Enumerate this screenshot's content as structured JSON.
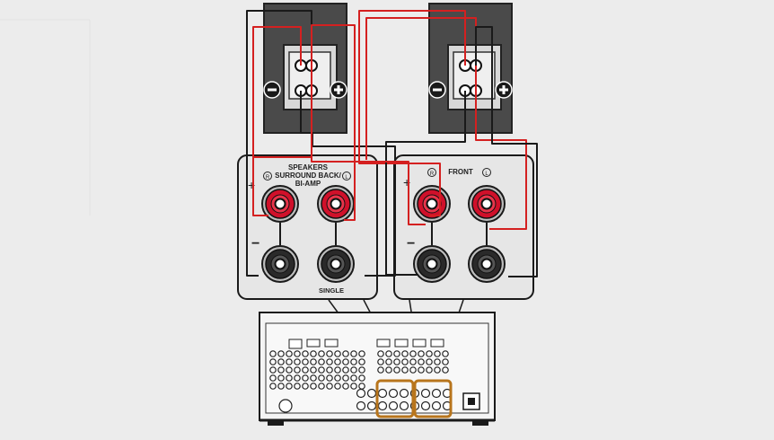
{
  "colors": {
    "background": "#ececec",
    "panel_fill": "#e6e6e6",
    "panel_stroke": "#1a1a1a",
    "speaker_body": "#4a4a4a",
    "positive_wire": "#d42020",
    "negative_wire": "#1a1a1a",
    "terminal_red": "#d0102a",
    "terminal_black": "#2a2a2a",
    "highlight_box": "#b8751c"
  },
  "left_panel": {
    "title_line1": "SPEAKERS",
    "title_line2": "SURROUND BACK/",
    "title_line3": "BI-AMP",
    "channel_right": "R",
    "channel_left": "L",
    "plus_sign": "+",
    "minus_sign": "−",
    "footer": "SINGLE"
  },
  "right_panel": {
    "title": "FRONT",
    "channel_right": "R",
    "channel_left": "L",
    "plus_sign": "+",
    "minus_sign": "−"
  },
  "speaker_left": {
    "minus_icon": "minus-icon",
    "plus_icon": "plus-icon"
  },
  "speaker_right": {
    "minus_icon": "minus-icon",
    "plus_icon": "plus-icon"
  },
  "receiver": {
    "icon": "av-receiver-rear-panel-icon"
  }
}
